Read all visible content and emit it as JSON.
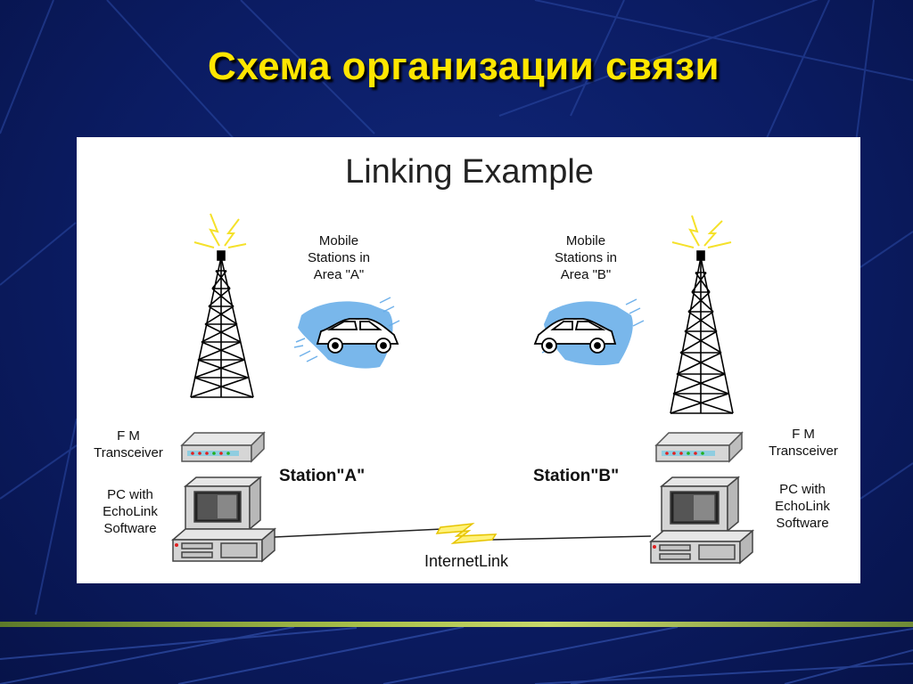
{
  "slide": {
    "title": "Схема организации связи"
  },
  "diagram": {
    "title": "Linking Example",
    "mobile_a": [
      "Mobile",
      "Stations in",
      "Area \"A\""
    ],
    "mobile_b": [
      "Mobile",
      "Stations in",
      "Area \"B\""
    ],
    "transceiver_a": [
      "F M",
      "Transceiver"
    ],
    "transceiver_b": [
      "F M",
      "Transceiver"
    ],
    "pc_a": [
      "PC with",
      "EchoLink",
      "Software"
    ],
    "pc_b": [
      "PC with",
      "EchoLink",
      "Software"
    ],
    "station_a": "Station\"A\"",
    "station_b": "Station\"B\"",
    "internet_link": "InternetLink"
  },
  "colors": {
    "title": "#ffe600",
    "background": "#0b1c63",
    "lightning": "#ffee33",
    "radio_wave": "#5aa6e6"
  }
}
